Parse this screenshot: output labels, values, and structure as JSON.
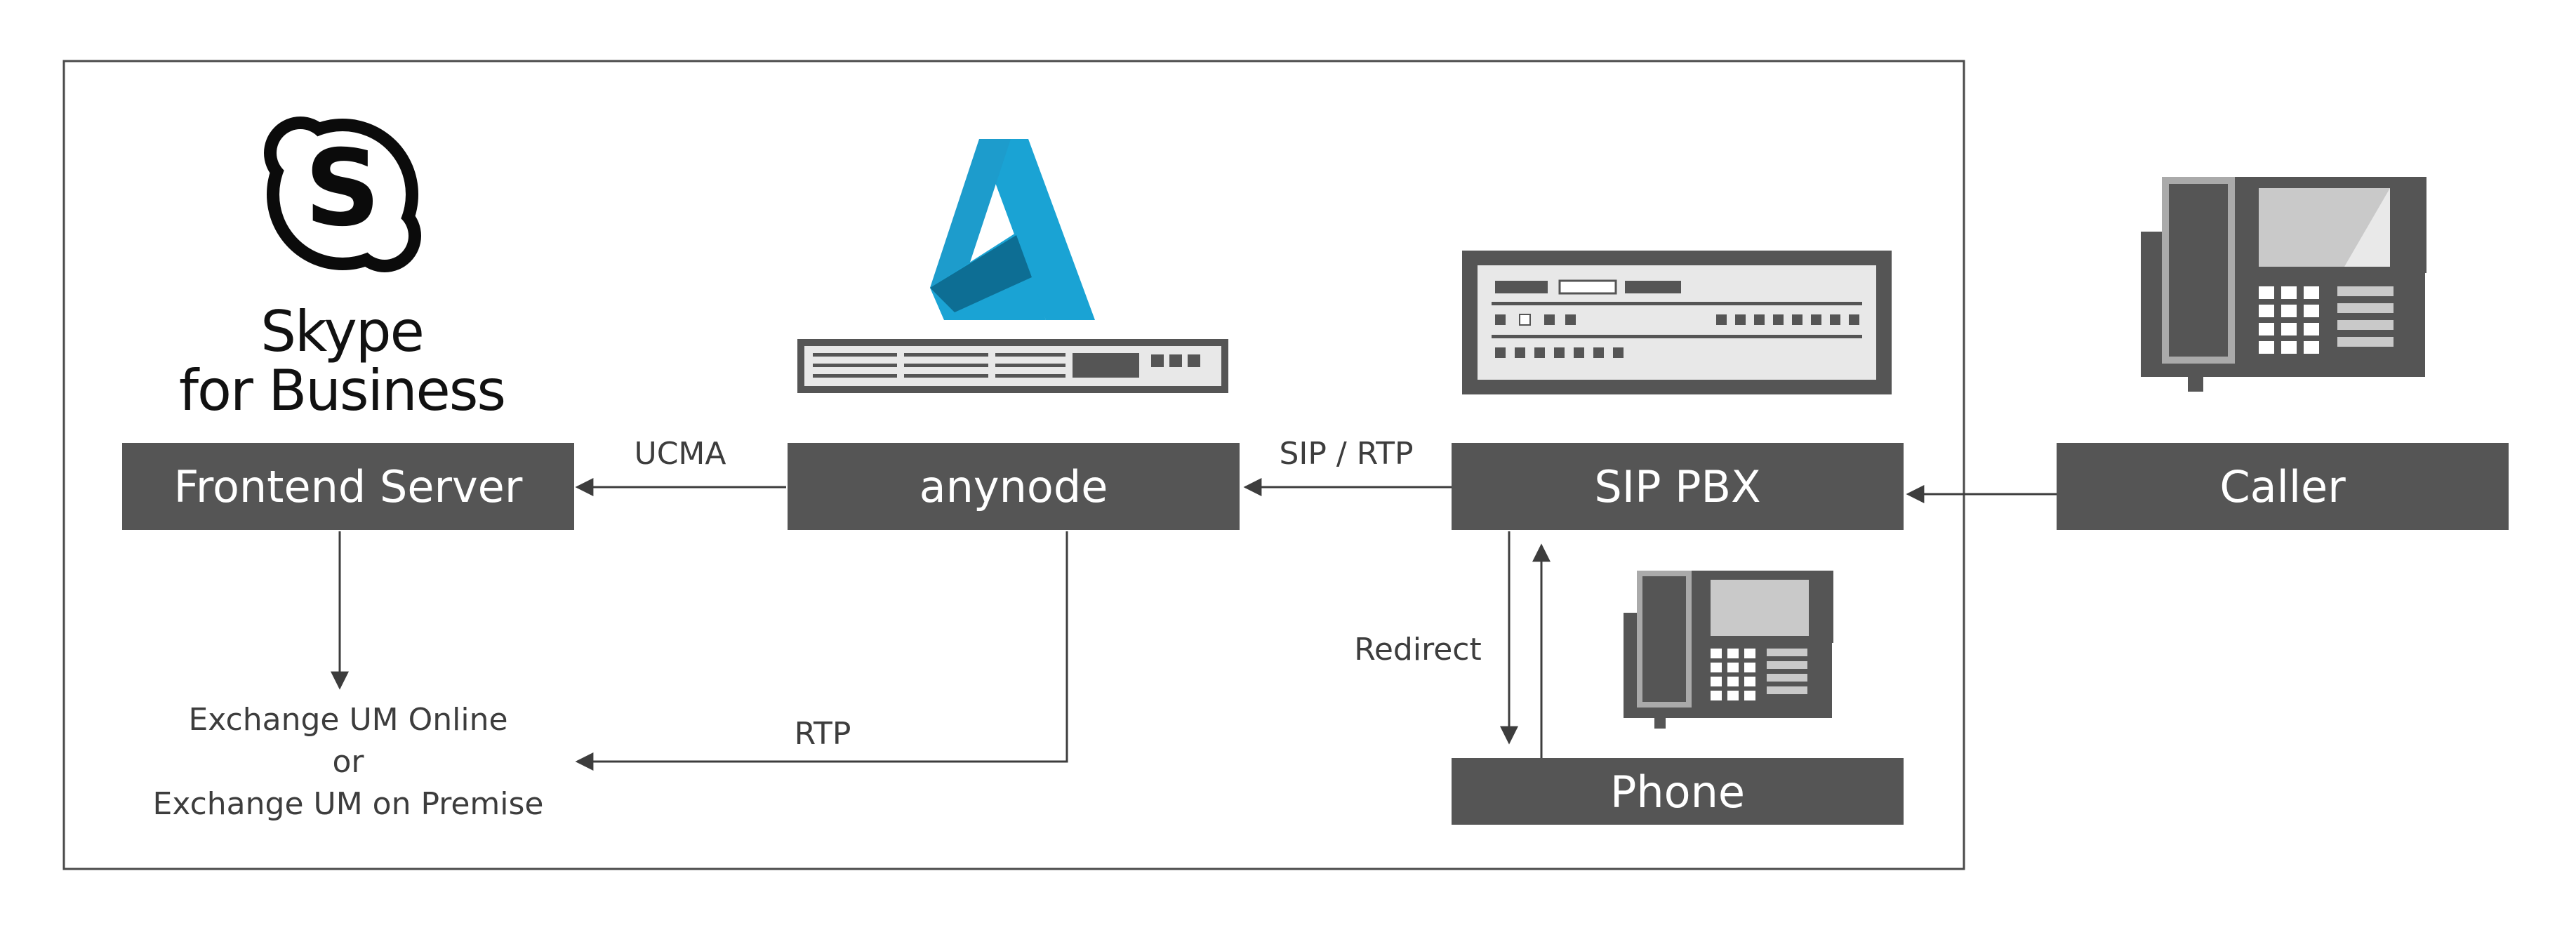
{
  "nodes": {
    "frontend": "Frontend Server",
    "anynode": "anynode",
    "pbx": "SIP PBX",
    "caller": "Caller",
    "phone": "Phone"
  },
  "edges": {
    "ucma": "UCMA",
    "sip_rtp": "SIP / RTP",
    "rtp": "RTP",
    "redirect": "Redirect"
  },
  "brand": {
    "line1": "Skype",
    "line2": "for Business"
  },
  "exchange": {
    "line1": "Exchange UM Online",
    "line2": "or",
    "line3": "Exchange UM on Premise"
  },
  "icons": [
    "skype-logo-icon",
    "azure-logo-icon",
    "appliance-server-icon",
    "pbx-rack-icon",
    "desk-phone-icon"
  ],
  "colors": {
    "box": "#555555",
    "azure": "#1aa3d4",
    "azure_dark": "#0d6e94",
    "line": "#3d3d3d",
    "frame": "#4a4a4a"
  }
}
